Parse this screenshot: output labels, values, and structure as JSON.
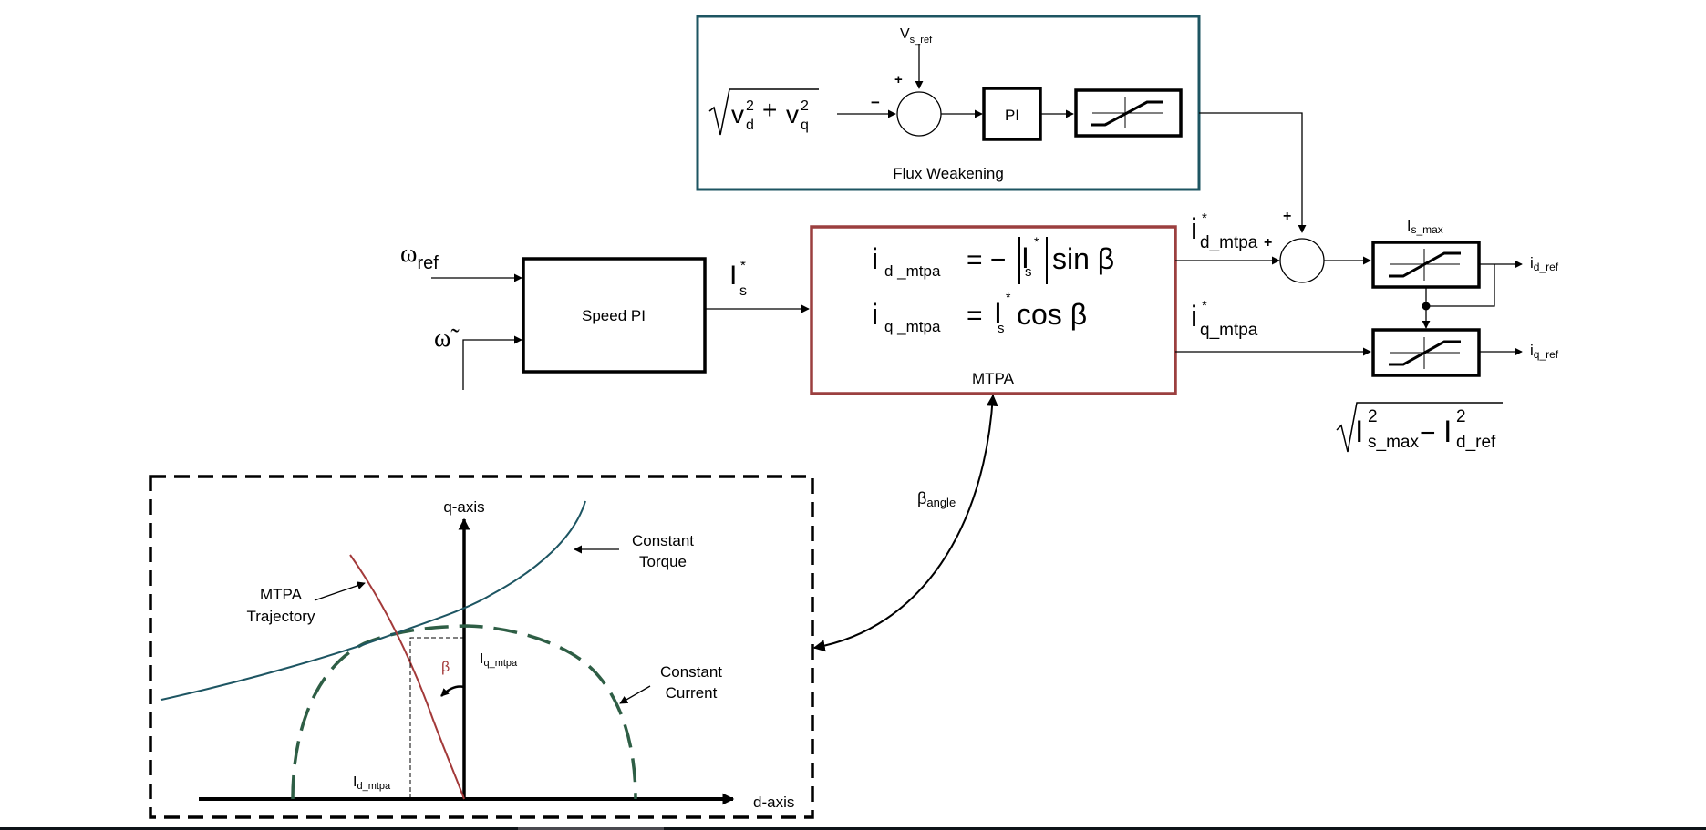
{
  "colors": {
    "flux_box": "#1d5562",
    "mtpa_box": "#9b3f3f",
    "torque_curve": "#1d5562",
    "current_circle": "#2e5e45",
    "mtpa_curve": "#a33a3a",
    "beta_label": "#a33a3a"
  },
  "flux_weakening": {
    "title": "Flux Weakening",
    "input_formula": {
      "root": "√",
      "v": "v",
      "d": "d",
      "q": "q",
      "exp": "2",
      "plus": "+"
    },
    "ref_label": {
      "main": "V",
      "sub": "s_ref"
    },
    "plus_sign": "+",
    "minus_sign": "−",
    "pi_label": "PI",
    "saturation_icon": "saturation-icon"
  },
  "speed_loop": {
    "input_ref": {
      "main": "ω",
      "sub": "ref"
    },
    "input_fb": {
      "main": "ω̃"
    },
    "block_label": "Speed PI",
    "output": {
      "main": "I",
      "sub": "s",
      "sup": "*"
    }
  },
  "mtpa": {
    "title": "MTPA",
    "eq1": {
      "lhs_main": "i",
      "lhs_sub": "d _mtpa",
      "rhs": "= −",
      "abs_open": "|",
      "I": "I",
      "I_sub": "s",
      "I_sup": "*",
      "abs_close": "|",
      "fn": "sin β"
    },
    "eq2": {
      "lhs_main": "i",
      "lhs_sub": "q _mtpa",
      "rhs": "=",
      "I": "I",
      "I_sub": "s",
      "I_sup": "*",
      "fn": "cos β"
    },
    "beta_link": {
      "main": "β",
      "sub": "angle"
    }
  },
  "outputs": {
    "id_mtpa": {
      "main": "i",
      "sub": "d_mtpa",
      "sup": "*",
      "sign": "+"
    },
    "iq_mtpa": {
      "main": "i",
      "sub": "q_mtpa",
      "sup": "*"
    },
    "sum_plus_top": "+",
    "limit_label": {
      "main": "I",
      "sub": "s_max"
    },
    "id_ref": {
      "main": "i",
      "sub": "d_ref"
    },
    "iq_ref": {
      "main": "i",
      "sub": "q_ref"
    },
    "iq_limit_formula": {
      "root": "√",
      "I1": "I",
      "sub1": "s_max",
      "minus": "−",
      "I2": "I",
      "sub2": "d_ref",
      "exp": "2"
    }
  },
  "plot": {
    "q_axis": "q-axis",
    "d_axis": "d-axis",
    "constant_torque": [
      "Constant",
      "Torque"
    ],
    "constant_current": [
      "Constant",
      "Current"
    ],
    "mtpa_trajectory": [
      "MTPA",
      "Trajectory"
    ],
    "beta": "β",
    "iq_mtpa": {
      "main": "I",
      "sub": "q_mtpa"
    },
    "id_mtpa": {
      "main": "I",
      "sub": "d_mtpa"
    }
  }
}
